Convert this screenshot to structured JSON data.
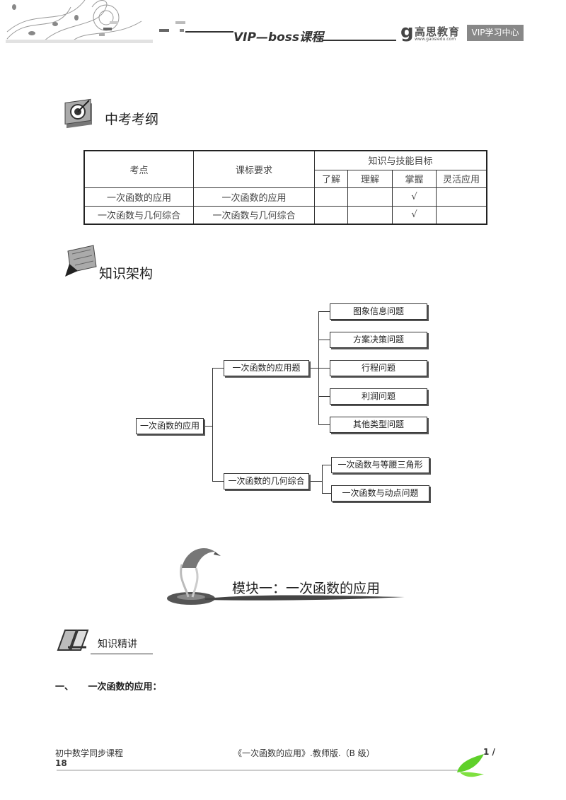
{
  "header": {
    "course_title": "VIP—boss课程",
    "logo_name": "高思教育",
    "logo_url": "www.gaosiedu.com",
    "vip_center": "VIP学习中心"
  },
  "section1": {
    "title": "中考考纲",
    "icon": "target-book-icon"
  },
  "table": {
    "headers": {
      "col1": "考点",
      "col2": "课标要求",
      "group": "知识与技能目标",
      "levels": [
        "了解",
        "理解",
        "掌握",
        "灵活应用"
      ]
    },
    "rows": [
      {
        "point": "一次函数的应用",
        "requirement": "一次函数的应用",
        "marks": [
          "",
          "",
          "√",
          ""
        ]
      },
      {
        "point": "一次函数与几何综合",
        "requirement": "一次函数与几何综合",
        "marks": [
          "",
          "",
          "√",
          ""
        ]
      }
    ]
  },
  "section2": {
    "title": "知识架构",
    "icon": "scroll-pen-icon"
  },
  "tree": {
    "root": "一次函数的应用",
    "branches": [
      {
        "label": "一次函数的应用题",
        "leaves": [
          "图象信息问题",
          "方案决策问题",
          "行程问题",
          "利润问题",
          "其他类型问题"
        ]
      },
      {
        "label": "一次函数的几何综合",
        "leaves": [
          "一次函数与等腰三角形",
          "一次函数与动点问题"
        ]
      }
    ]
  },
  "module": {
    "title": "模块一：一次函数的应用"
  },
  "section3": {
    "title": "知识精讲"
  },
  "heading": {
    "number": "一、",
    "text": "一次函数的应用："
  },
  "footer": {
    "left": "初中数学同步课程",
    "center": "《一次函数的应用》.教师版.（B 级）",
    "page": "1 /",
    "total": "18"
  }
}
